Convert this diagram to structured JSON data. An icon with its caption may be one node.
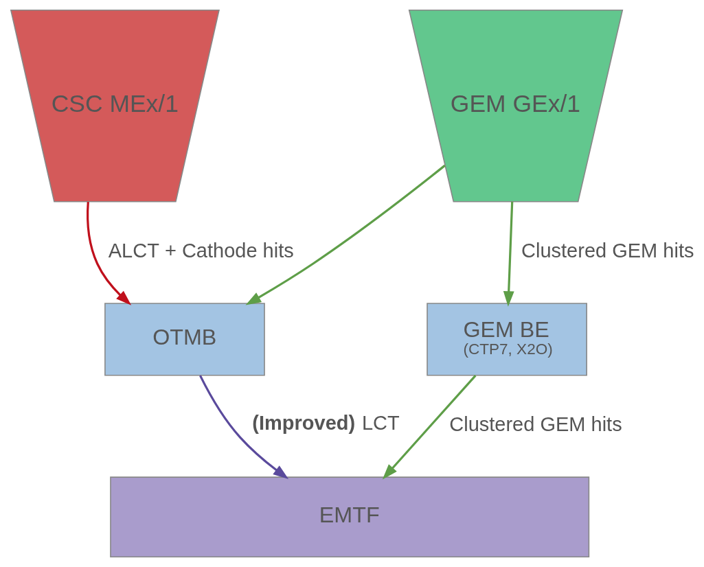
{
  "diagram": {
    "nodes": [
      {
        "text": [
          "CSC MEx/1"
        ]
      },
      {
        "text": [
          "GEM GEx/1"
        ]
      },
      {
        "text": [
          "OTMB"
        ]
      },
      {
        "text": [
          "GEM BE",
          "(CTP7, X2O)"
        ]
      },
      {
        "text": [
          "EMTF"
        ]
      }
    ],
    "edges": [
      {
        "from": 0,
        "to": 2,
        "arrow": "to",
        "label": "ALCT + Cathode hits",
        "color": "#c0101c"
      },
      {
        "from": 1,
        "to": 2,
        "arrow": "to"
      },
      {
        "from": 1,
        "to": 3,
        "arrow": "to",
        "label": "Clustered GEM hits"
      },
      {
        "from": 3,
        "to": 4,
        "arrow": "to",
        "label": "Clustered GEM hits"
      },
      {
        "from": 2,
        "to": 4,
        "arrow": "to",
        "label": "**(Improved)** LCT",
        "color": "#5a4a9c"
      }
    ]
  }
}
